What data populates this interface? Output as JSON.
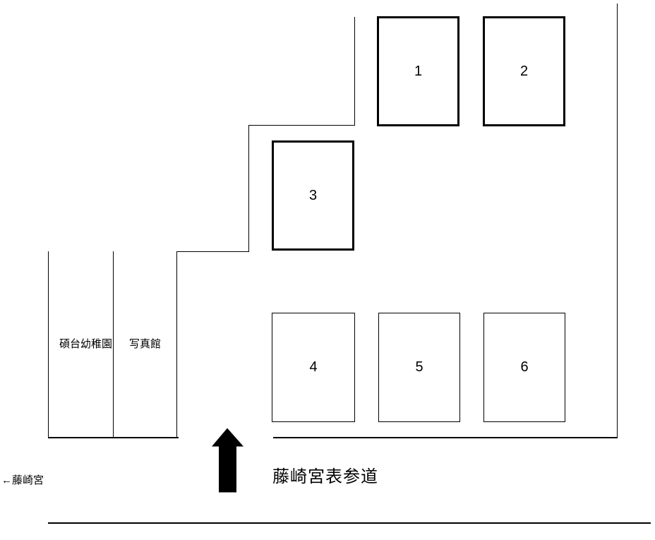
{
  "map": {
    "title": "parking-access-map",
    "spaces": [
      {
        "label": "1"
      },
      {
        "label": "2"
      },
      {
        "label": "3"
      },
      {
        "label": "4"
      },
      {
        "label": "5"
      },
      {
        "label": "6"
      }
    ],
    "labels": {
      "kindergarten": "碩台幼稚園",
      "photo_studio": "写真館",
      "to_shrine": "←藤崎宮",
      "street": "藤崎宮表参道"
    },
    "icons": {
      "up_arrow": "up-arrow-icon"
    },
    "colors": {
      "line": "#000000",
      "background": "#ffffff"
    }
  }
}
